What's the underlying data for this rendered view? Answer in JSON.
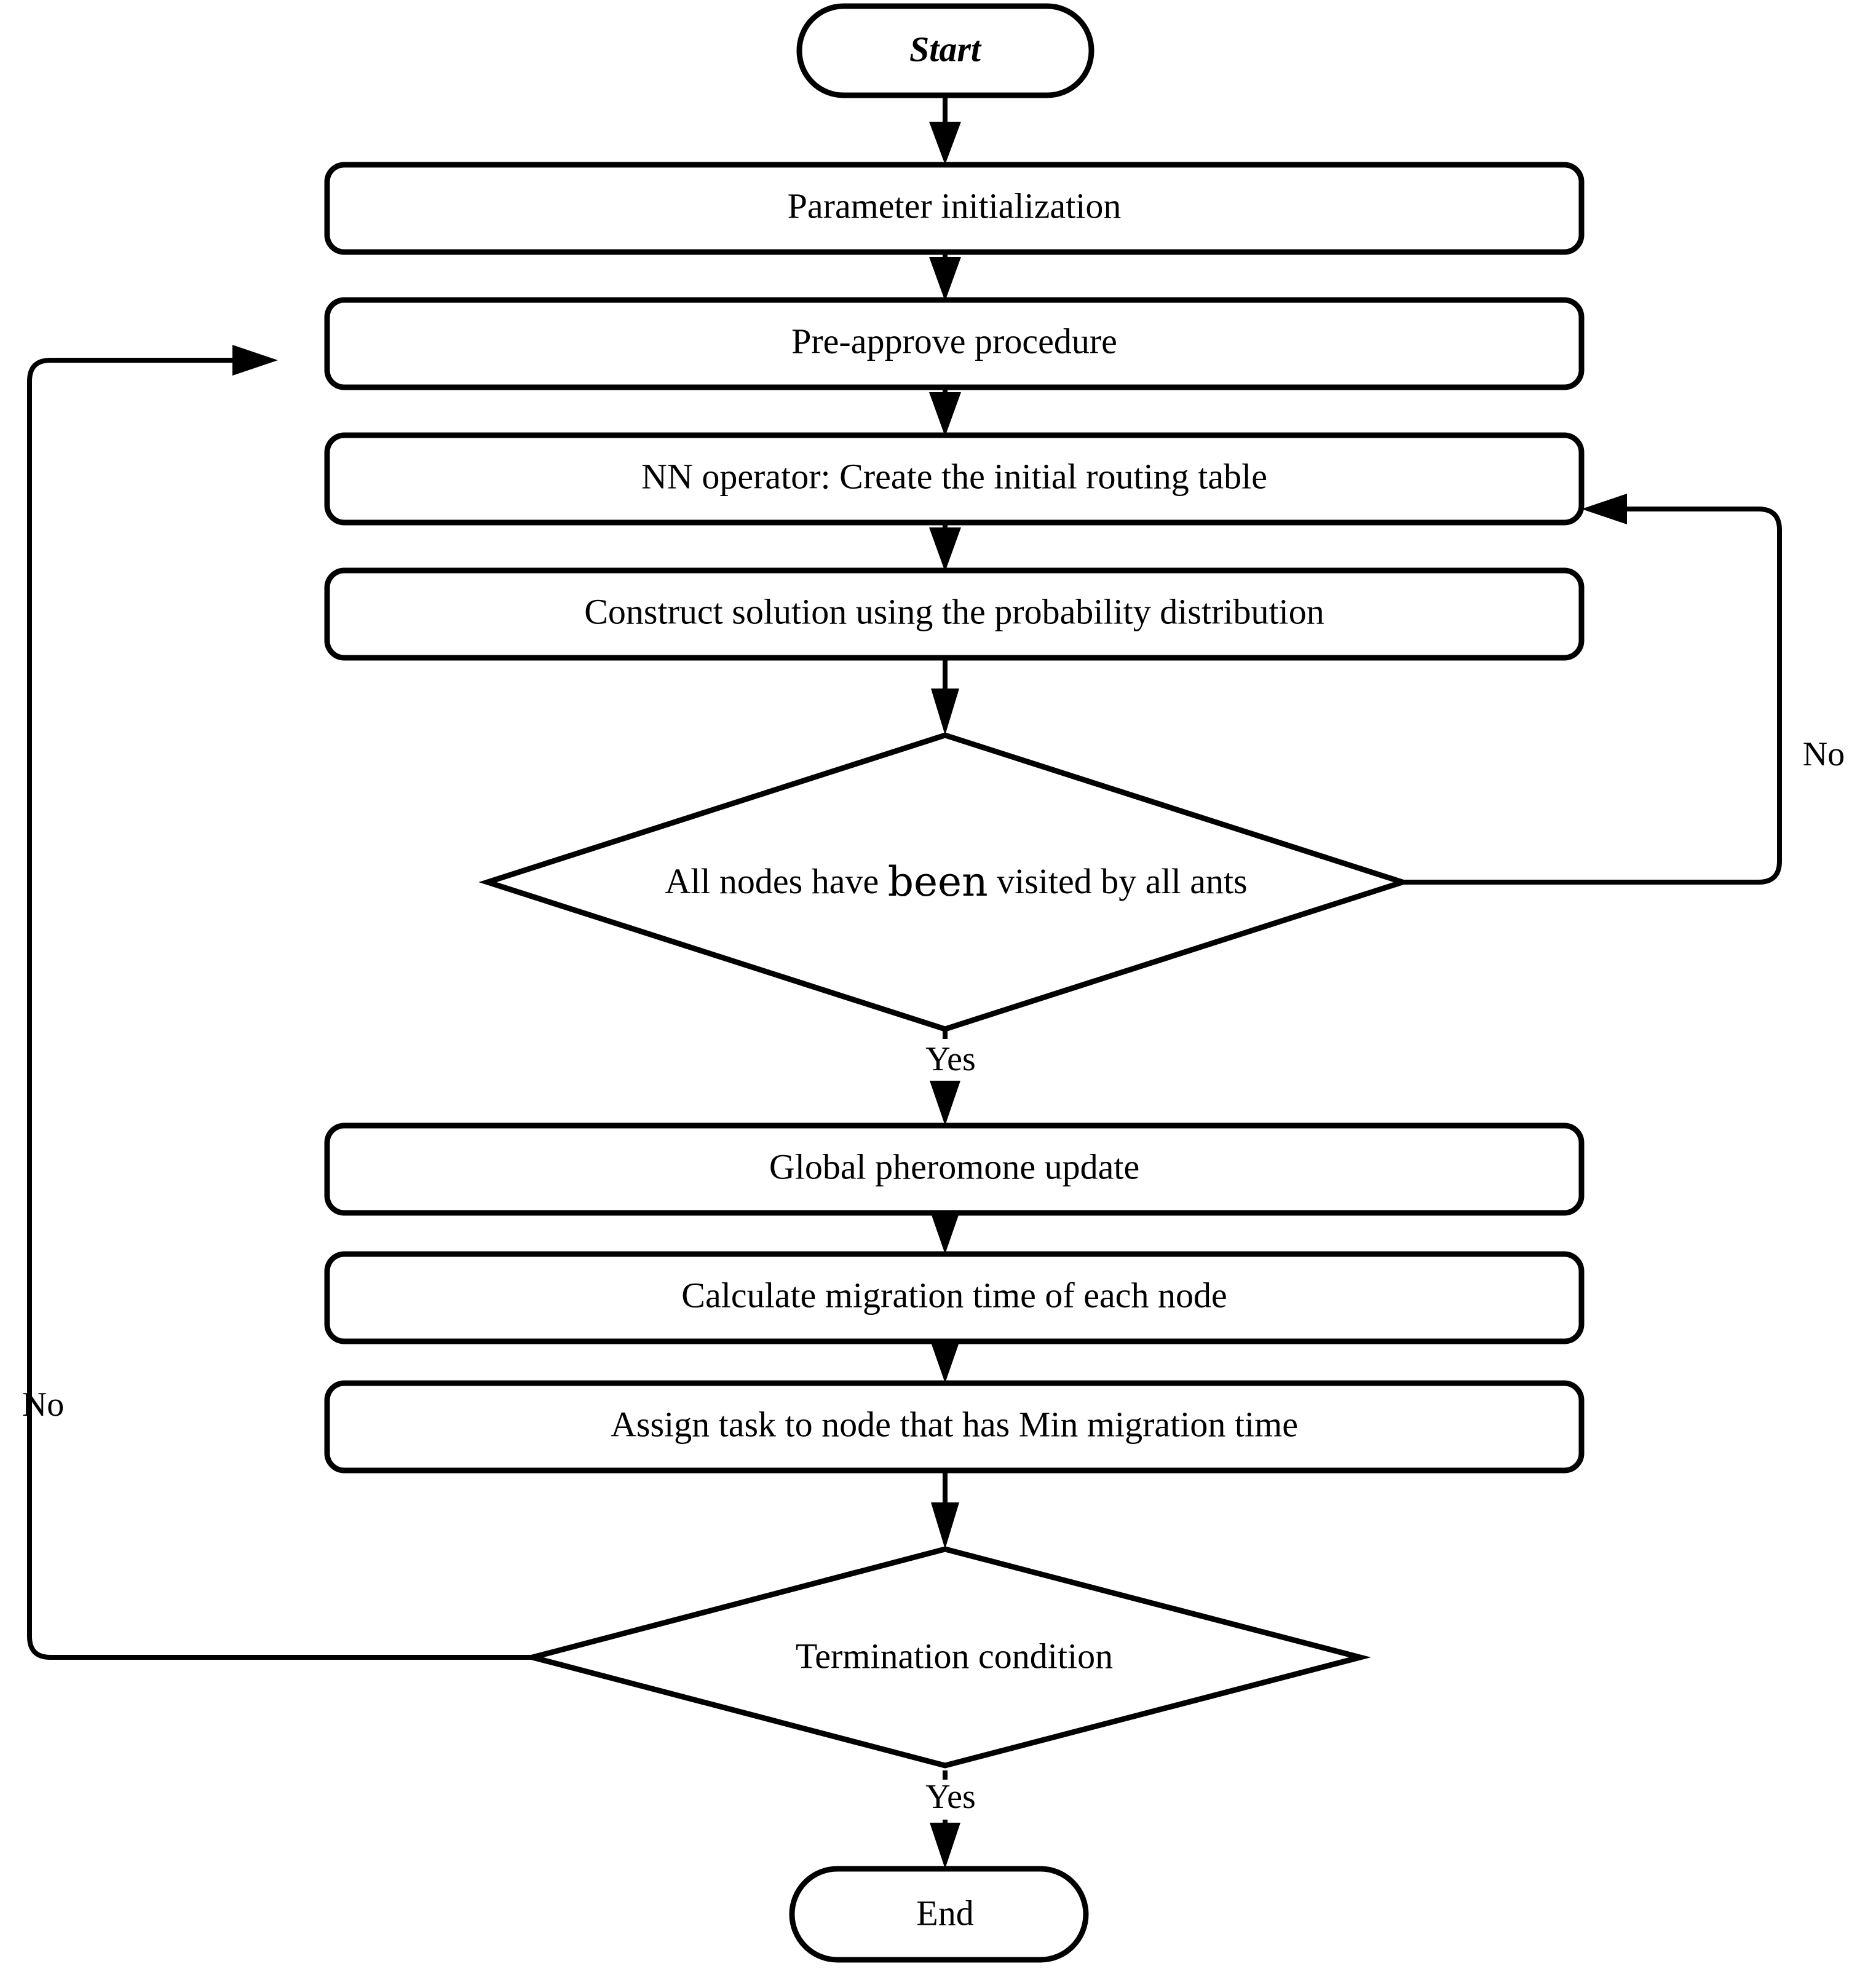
{
  "diagram": {
    "type": "flowchart",
    "title": "Ant Colony Optimization task scheduling flowchart",
    "background_color": "#ffffff",
    "line_color": "#000000",
    "fill_color": "#ffffff"
  },
  "nodes": {
    "start": {
      "label": "Start",
      "shape": "terminator"
    },
    "parameter_initialization": {
      "label": "Parameter initialization",
      "shape": "process"
    },
    "pre_approve": {
      "label": "Pre-approve procedure",
      "shape": "process"
    },
    "nn_operator": {
      "label": "NN operator: Create the initial routing table",
      "shape": "process"
    },
    "construct_solution": {
      "label": "Construct solution using the probability distribution",
      "shape": "process"
    },
    "all_nodes_visited": {
      "label_part_1": "All nodes have ",
      "label_emphasis": "been",
      "label_part_2": " visited by all ants",
      "shape": "decision"
    },
    "global_pheromone_update": {
      "label": "Global pheromone update",
      "shape": "process"
    },
    "calculate_migration_time": {
      "label": "Calculate migration time of each node",
      "shape": "process"
    },
    "assign_task": {
      "label": "Assign task to node that has Min migration time",
      "shape": "process"
    },
    "termination_condition": {
      "label": "Termination condition",
      "shape": "decision"
    },
    "end": {
      "label": "End",
      "shape": "terminator"
    }
  },
  "edge_labels": {
    "visited_no": "No",
    "visited_yes": "Yes",
    "termination_no": "No",
    "termination_yes": "Yes"
  }
}
